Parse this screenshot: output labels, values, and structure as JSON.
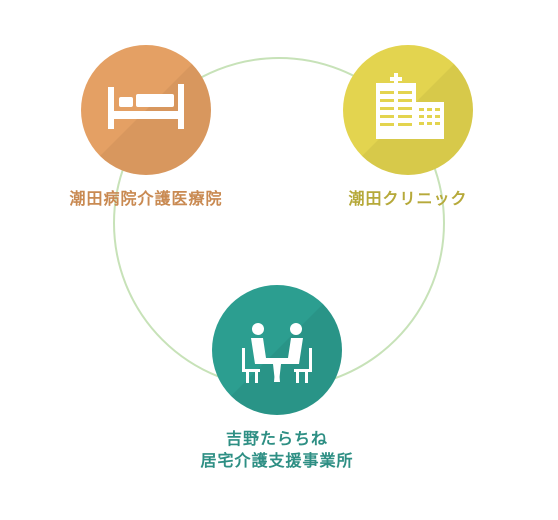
{
  "colors": {
    "ring": "#c7e2b8",
    "hospital": "#e4a064",
    "hospital_text": "#c98a52",
    "clinic": "#e3d44f",
    "clinic_text": "#b6a93a",
    "care": "#2c9e90",
    "care_text": "#2e8f84",
    "icon": "#ffffff"
  },
  "nodes": {
    "hospital": {
      "icon": "hospital-bed-icon",
      "label": "潮田病院介護医療院"
    },
    "clinic": {
      "icon": "clinic-building-icon",
      "label": "潮田クリニック"
    },
    "care": {
      "icon": "consultation-icon",
      "label_line1": "吉野たらちね",
      "label_line2": "居宅介護支援事業所"
    }
  }
}
